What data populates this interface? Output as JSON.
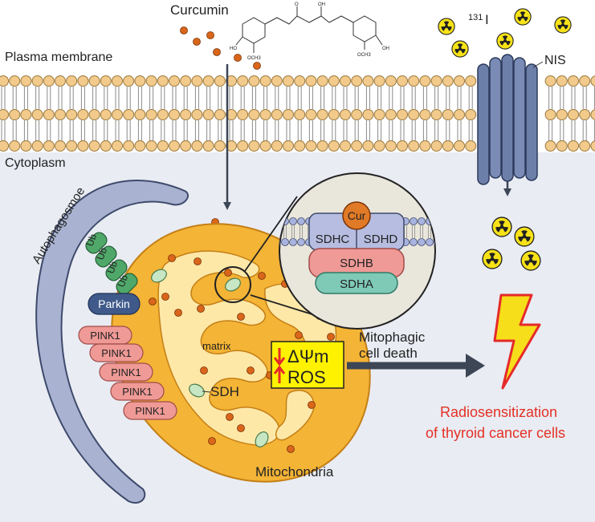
{
  "labels": {
    "curcumin": "Curcumin",
    "iodine_sup": "131",
    "iodine_el": "I",
    "nis": "NIS",
    "plasma_membrane": "Plasma membrane",
    "cytoplasm": "Cytoplasm",
    "autophagosome": "Autophagosmoe",
    "ub": "Ub",
    "parkin": "Parkin",
    "pink1": "PINK1",
    "matrix": "matrix",
    "sdh": "SDH",
    "mitochondria": "Mitochondria",
    "cur": "Cur",
    "sdhc": "SDHC",
    "sdhd": "SDHD",
    "sdhb": "SDHB",
    "sdha": "SDHA",
    "delta_psi": "ΔΨm",
    "ros": "ROS",
    "mitophagic_line1": "Mitophagic",
    "mitophagic_line2": "cell death",
    "radio_line1": "Radiosensitization",
    "radio_line2": "of thyroid cancer cells",
    "structure_labels": [
      "HO",
      "OCH3",
      "O",
      "OH",
      "OCH3",
      "OH"
    ]
  },
  "colors": {
    "membrane_head": "#f2ca8c",
    "membrane_tail": "#8a8a8a",
    "cytoplasm_bg": "#e9ecf3",
    "mito_outer": "#f4b436",
    "mito_inner": "#fde8a8",
    "curcumin_dot": "#d9661a",
    "nis": "#6c7fa8",
    "autophagosome": "#a9b3d1",
    "ub": "#4fa869",
    "parkin": "#3f5a8a",
    "pink1": "#ef9a96",
    "sdhc_sdhd": "#b6bde0",
    "sdhb": "#ef9a96",
    "sdha": "#7fcab7",
    "cur_ball": "#e07a26",
    "ros_box": "#fff200",
    "arrow_red": "#e52a2a",
    "radio_text": "#e53025",
    "lightning": "#f6de1a"
  }
}
